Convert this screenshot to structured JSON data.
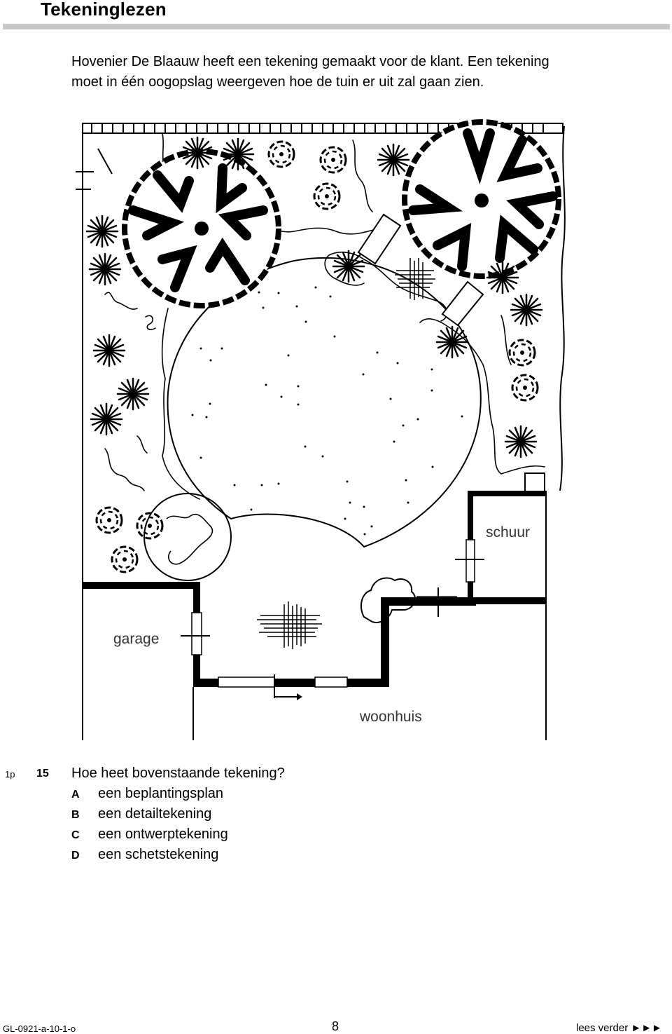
{
  "header": {
    "title": "Tekeninglezen"
  },
  "intro": {
    "line1": "Hovenier De Blaauw heeft een tekening gemaakt voor de klant. Een tekening",
    "line2": "moet in één oogopslag weergeven hoe de tuin er uit zal gaan zien."
  },
  "drawing": {
    "labels": {
      "shed": "schuur",
      "garage": "garage",
      "house": "woonhuis"
    },
    "icons": [
      "tree-icon",
      "shrub-icon",
      "star-plant-icon",
      "paving-hatch-icon",
      "door-icon"
    ]
  },
  "question": {
    "points": "1p",
    "number": "15",
    "text": "Hoe heet bovenstaande tekening?",
    "options": [
      {
        "letter": "A",
        "text": "een beplantingsplan"
      },
      {
        "letter": "B",
        "text": "een detailtekening"
      },
      {
        "letter": "C",
        "text": "een ontwerptekening"
      },
      {
        "letter": "D",
        "text": "een schetstekening"
      }
    ]
  },
  "footer": {
    "code": "GL-0921-a-10-1-o",
    "page": "8",
    "next": "lees verder ►►►"
  }
}
